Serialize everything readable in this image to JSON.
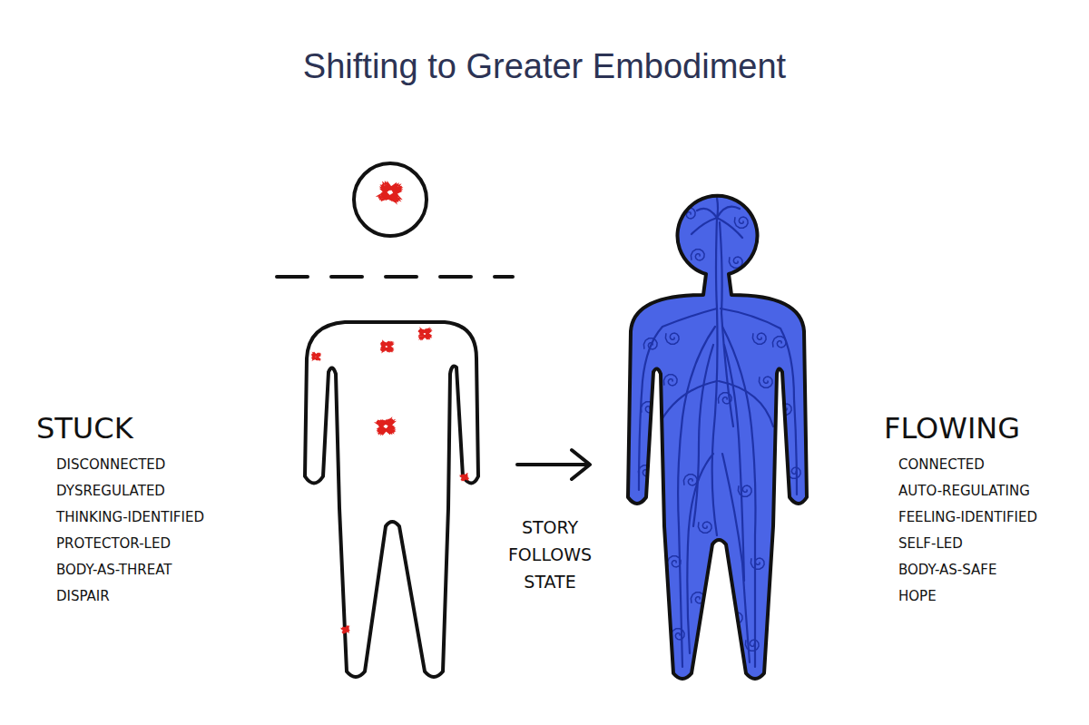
{
  "diagram": {
    "title": "Shifting to Greater Embodiment",
    "labels": [
      "STUCK",
      "DISCONNECTED",
      "DYSREGULATED",
      "THINKING-IDENTIFIED",
      "PROTECTOR-LED",
      "BODY-AS-THREAT",
      "DISPAIR",
      "STORY FOLLOWS STATE",
      "FLOWING",
      "CONNECTED",
      "AUTO-REGULATING",
      "FEELING-IDENTIFIED",
      "SELF-LED",
      "BODY-AS-SAFE",
      "HOPE"
    ]
  }
}
